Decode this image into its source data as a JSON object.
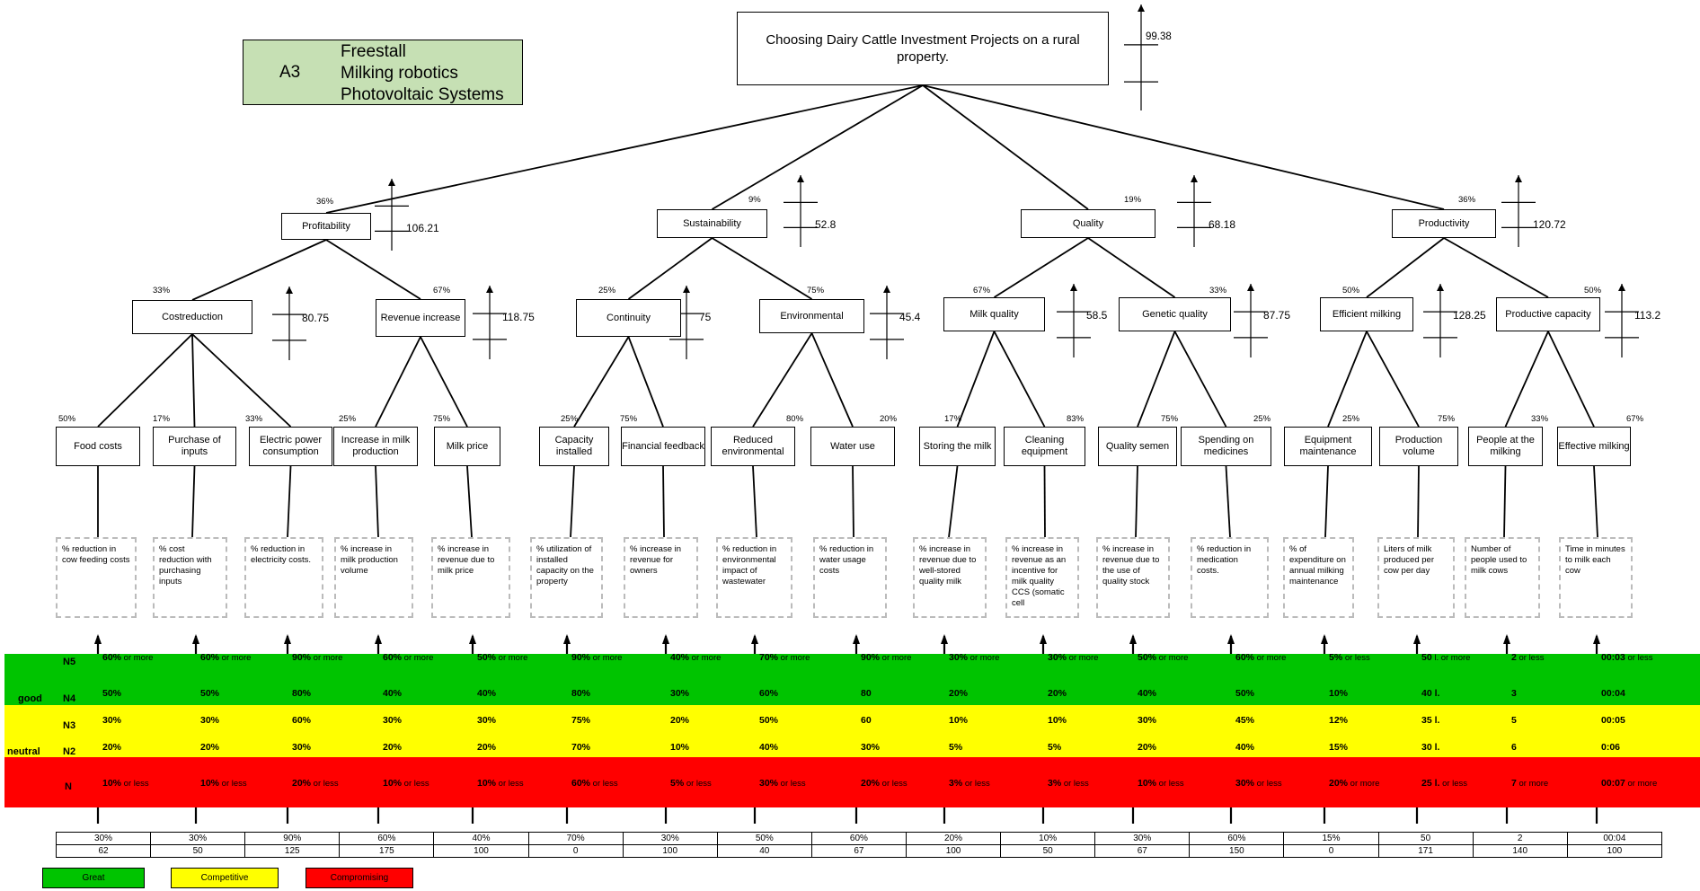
{
  "alternative": {
    "code": "A3",
    "items": [
      "Freestall",
      "Milking robotics",
      "Photovoltaic Systems"
    ]
  },
  "root": {
    "label": "Choosing Dairy Cattle Investment Projects on a rural property.",
    "score": "99.38"
  },
  "criteria": [
    {
      "label": "Profitability",
      "weight": "36%",
      "score": "106.21"
    },
    {
      "label": "Sustainability",
      "weight": "9%",
      "score": "52.8"
    },
    {
      "label": "Quality",
      "weight": "19%",
      "score": "68.18"
    },
    {
      "label": "Productivity",
      "weight": "36%",
      "score": "120.72"
    }
  ],
  "subcriteria": [
    {
      "label": "Costreduction",
      "weight": "33%",
      "score": "80.75"
    },
    {
      "label": "Revenue increase",
      "weight": "67%",
      "score": "118.75"
    },
    {
      "label": "Continuity",
      "weight": "25%",
      "score": "75"
    },
    {
      "label": "Environmental",
      "weight": "75%",
      "score": "45.4"
    },
    {
      "label": "Milk quality",
      "weight": "67%",
      "score": "58.5"
    },
    {
      "label": "Genetic quality",
      "weight": "33%",
      "score": "87.75"
    },
    {
      "label": "Efficient milking",
      "weight": "50%",
      "score": "128.25"
    },
    {
      "label": "Productive capacity",
      "weight": "50%",
      "score": "113.2"
    }
  ],
  "leaves": [
    {
      "label": "Food costs",
      "weight": "50%",
      "indicator": "% reduction in cow feeding costs"
    },
    {
      "label": "Purchase of inputs",
      "weight": "17%",
      "indicator": "% cost reduction with purchasing inputs"
    },
    {
      "label": "Electric power consumption",
      "weight": "33%",
      "indicator": "% reduction in electricity costs."
    },
    {
      "label": "Increase in milk production",
      "weight": "25%",
      "indicator": "% increase in milk production volume"
    },
    {
      "label": "Milk price",
      "weight": "75%",
      "indicator": "% increase in revenue due to milk price"
    },
    {
      "label": "Capacity installed",
      "weight": "25%",
      "indicator": "% utilization of installed capacity on the property"
    },
    {
      "label": "Financial feedback",
      "weight": "75%",
      "indicator": "% increase in revenue for owners"
    },
    {
      "label": "Reduced environmental",
      "weight": "80%",
      "indicator": "% reduction in environmental impact of wastewater"
    },
    {
      "label": "Water use",
      "weight": "20%",
      "indicator": "% reduction in water usage costs"
    },
    {
      "label": "Storing the milk",
      "weight": "17%",
      "indicator": "% increase in revenue due to well-stored quality milk"
    },
    {
      "label": "Cleaning equipment",
      "weight": "83%",
      "indicator": "% increase in revenue as an incentive for milk quality CCS (somatic cell"
    },
    {
      "label": "Quality semen",
      "weight": "75%",
      "indicator": "% increase in revenue due to the use of quality stock"
    },
    {
      "label": "Spending on medicines",
      "weight": "25%",
      "indicator": "% reduction in medication costs."
    },
    {
      "label": "Equipment maintenance",
      "weight": "25%",
      "indicator": "% of expenditure on annual milking maintenance"
    },
    {
      "label": "Production volume",
      "weight": "75%",
      "indicator": "Liters of milk produced per cow per day"
    },
    {
      "label": "People at the milking",
      "weight": "33%",
      "indicator": "Number of people used to milk cows"
    },
    {
      "label": "Effective milking",
      "weight": "67%",
      "indicator": "Time in minutes to milk each cow"
    }
  ],
  "level_labels": {
    "n5": "N5",
    "n4": "N4",
    "n3": "N3",
    "n2": "N2",
    "n1": "N",
    "good": "good",
    "neutral": "neutral"
  },
  "scales": [
    {
      "n5": [
        "60%",
        " or more"
      ],
      "n4": [
        "50%",
        ""
      ],
      "n3": [
        "30%",
        ""
      ],
      "n2": [
        "20%",
        ""
      ],
      "n1": [
        "10%",
        " or less"
      ]
    },
    {
      "n5": [
        "60%",
        " or more"
      ],
      "n4": [
        "50%",
        ""
      ],
      "n3": [
        "30%",
        ""
      ],
      "n2": [
        "20%",
        ""
      ],
      "n1": [
        "10%",
        " or less"
      ]
    },
    {
      "n5": [
        "90%",
        " or more"
      ],
      "n4": [
        "80%",
        ""
      ],
      "n3": [
        "60%",
        ""
      ],
      "n2": [
        "30%",
        ""
      ],
      "n1": [
        "20%",
        " or less"
      ]
    },
    {
      "n5": [
        "60%",
        " or more"
      ],
      "n4": [
        "40%",
        ""
      ],
      "n3": [
        "30%",
        ""
      ],
      "n2": [
        "20%",
        ""
      ],
      "n1": [
        "10%",
        " or less"
      ]
    },
    {
      "n5": [
        "50%",
        " or more"
      ],
      "n4": [
        "40%",
        ""
      ],
      "n3": [
        "30%",
        ""
      ],
      "n2": [
        "20%",
        ""
      ],
      "n1": [
        "10%",
        " or less"
      ]
    },
    {
      "n5": [
        "90%",
        " or more"
      ],
      "n4": [
        "80%",
        ""
      ],
      "n3": [
        "75%",
        ""
      ],
      "n2": [
        "70%",
        ""
      ],
      "n1": [
        "60%",
        " or less"
      ]
    },
    {
      "n5": [
        "40%",
        " or more"
      ],
      "n4": [
        "30%",
        ""
      ],
      "n3": [
        "20%",
        ""
      ],
      "n2": [
        "10%",
        ""
      ],
      "n1": [
        "5%",
        " or less"
      ]
    },
    {
      "n5": [
        "70%",
        " or more"
      ],
      "n4": [
        "60%",
        ""
      ],
      "n3": [
        "50%",
        ""
      ],
      "n2": [
        "40%",
        ""
      ],
      "n1": [
        "30%",
        " or less"
      ]
    },
    {
      "n5": [
        "90%",
        " or more"
      ],
      "n4": [
        "80",
        ""
      ],
      "n3": [
        "60",
        ""
      ],
      "n2": [
        "30%",
        ""
      ],
      "n1": [
        "20%",
        " or less"
      ]
    },
    {
      "n5": [
        "30%",
        " or more"
      ],
      "n4": [
        "20%",
        ""
      ],
      "n3": [
        "10%",
        ""
      ],
      "n2": [
        "5%",
        ""
      ],
      "n1": [
        "3%",
        " or less"
      ]
    },
    {
      "n5": [
        "30%",
        " or more"
      ],
      "n4": [
        "20%",
        ""
      ],
      "n3": [
        "10%",
        ""
      ],
      "n2": [
        "5%",
        ""
      ],
      "n1": [
        "3%",
        " or less"
      ]
    },
    {
      "n5": [
        "50%",
        " or more"
      ],
      "n4": [
        "40%",
        ""
      ],
      "n3": [
        "30%",
        ""
      ],
      "n2": [
        "20%",
        ""
      ],
      "n1": [
        "10%",
        " or less"
      ]
    },
    {
      "n5": [
        "60%",
        " or more"
      ],
      "n4": [
        "50%",
        ""
      ],
      "n3": [
        "45%",
        ""
      ],
      "n2": [
        "40%",
        ""
      ],
      "n1": [
        "30%",
        " or less"
      ]
    },
    {
      "n5": [
        "5%",
        " or less"
      ],
      "n4": [
        "10%",
        ""
      ],
      "n3": [
        "12%",
        ""
      ],
      "n2": [
        "15%",
        ""
      ],
      "n1": [
        "20%",
        " or more"
      ]
    },
    {
      "n5": [
        "50",
        " l. or more"
      ],
      "n4": [
        "40 l.",
        ""
      ],
      "n3": [
        "35 l.",
        ""
      ],
      "n2": [
        "30 l.",
        ""
      ],
      "n1": [
        "25 l.",
        " or less"
      ]
    },
    {
      "n5": [
        "2",
        " or less"
      ],
      "n4": [
        "3",
        ""
      ],
      "n3": [
        "5",
        ""
      ],
      "n2": [
        "6",
        ""
      ],
      "n1": [
        "7",
        " or more"
      ]
    },
    {
      "n5": [
        "00:03",
        " or less"
      ],
      "n4": [
        "00:04",
        ""
      ],
      "n3": [
        "00:05",
        ""
      ],
      "n2": [
        "0:06",
        ""
      ],
      "n1": [
        "00:07",
        " or more"
      ]
    }
  ],
  "performance": {
    "values": [
      "30%",
      "30%",
      "90%",
      "60%",
      "40%",
      "70%",
      "30%",
      "50%",
      "60%",
      "20%",
      "10%",
      "30%",
      "60%",
      "15%",
      "50",
      "2",
      "00:04"
    ],
    "scores": [
      62,
      50,
      125,
      175,
      100,
      0,
      100,
      40,
      67,
      100,
      50,
      67,
      150,
      0,
      171,
      140,
      100
    ],
    "levels": [
      3,
      3,
      5,
      5,
      4,
      2,
      4,
      3,
      3,
      4,
      3,
      3,
      5,
      2,
      5,
      5,
      4
    ]
  },
  "legend": [
    {
      "label": "Great",
      "color": "#00c400"
    },
    {
      "label": "Competitive",
      "color": "#ffff00"
    },
    {
      "label": "Compromising",
      "color": "#ff0000"
    }
  ],
  "band_colors": {
    "green": "#00c400",
    "yellow": "#ffff00",
    "red": "#ff0000"
  }
}
